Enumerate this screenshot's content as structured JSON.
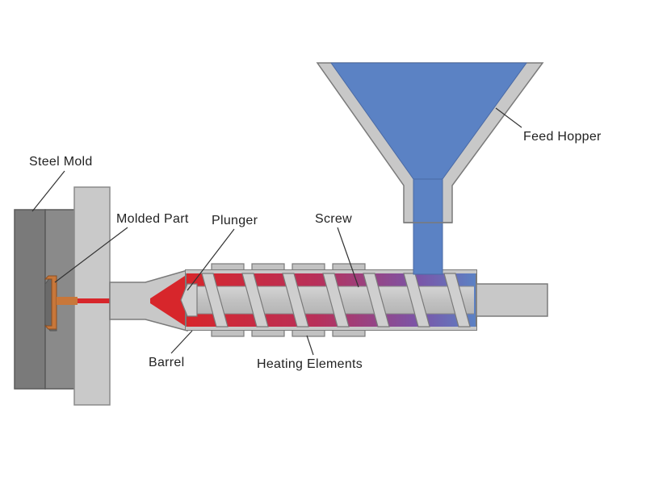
{
  "labels": {
    "steel_mold": "Steel Mold",
    "molded_part": "Molded Part",
    "plunger": "Plunger",
    "screw": "Screw",
    "feed_hopper": "Feed Hopper",
    "barrel": "Barrel",
    "heating_elements": "Heating Elements"
  },
  "colors": {
    "mold_dark": "#7a7a7a",
    "mold_plate": "#c9c9c9",
    "barrel_gray": "#c8c8c8",
    "outline": "#6e6e6e",
    "hopper_blue": "#5b82c4",
    "melt_red": "#d7262b",
    "part_copper": "#c8773a"
  }
}
